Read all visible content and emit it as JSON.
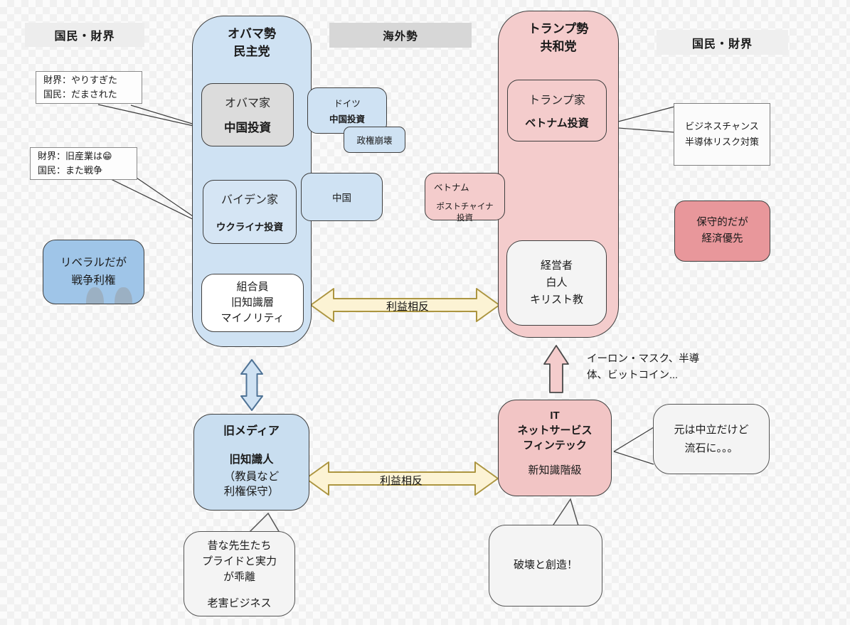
{
  "headers": {
    "left_audience": "国民・財界",
    "overseas": "海外勢",
    "right_audience": "国民・財界"
  },
  "obama": {
    "title": "オバマ勢\n民主党",
    "family_name": "オバマ家",
    "family_investment": "中国投資",
    "biden_name": "バイデン家",
    "biden_investment": "ウクライナ投資",
    "base": "組合員\n旧知識層\nマイノリティ"
  },
  "trump": {
    "title": "トランプ勢\n共和党",
    "family_name": "トランプ家",
    "family_investment": "ベトナム投資",
    "base": "経営者\n白人\nキリスト教"
  },
  "overseas_boxes": {
    "germany_country": "ドイツ",
    "germany_note": "中国投資",
    "germany_status": "政権崩壊",
    "china": "中国",
    "vietnam_country": "ベトナム",
    "vietnam_note": "ポストチャイナ\n投資"
  },
  "callouts": {
    "obama_reaction": "財界：やりすぎた\n国民：だまされた",
    "biden_reaction": "財界：旧産業は😁\n国民：また戦争",
    "trump_reaction": "ビジネスチャンス\n半導体リスク対策"
  },
  "notes": {
    "liberal": "リベラルだが\n戦争利権",
    "conservative": "保守的だが\n経済優先",
    "musk": "イーロン・マスク、半導\n体、ビットコイン..."
  },
  "arrows": {
    "conflict_top": "利益相反",
    "conflict_bottom": "利益相反"
  },
  "old_media": {
    "title": "旧メディア",
    "subtitle": "旧知識人",
    "detail": "（教員など\n利権保守）"
  },
  "it": {
    "title": "IT\nネットサービス\nフィンテック",
    "subtitle": "新知識階級"
  },
  "bubbles": {
    "teachers_main": "昔な先生たち\nプライドと実力\nが乖離",
    "teachers_sub": "老害ビジネス",
    "neutral": "元は中立だけど\n流石に。。。",
    "destruction": "破壊と創造！"
  },
  "colors": {
    "column_blue": "#cfe2f3",
    "column_pink": "#f4cccc",
    "accent_blue": "#9fc5e8",
    "accent_salmon": "#e8979b",
    "arrow_yellow_fill": "#fcf3d4",
    "arrow_yellow_border": "#ac9540",
    "bar_gray": "#d7d7d7"
  }
}
